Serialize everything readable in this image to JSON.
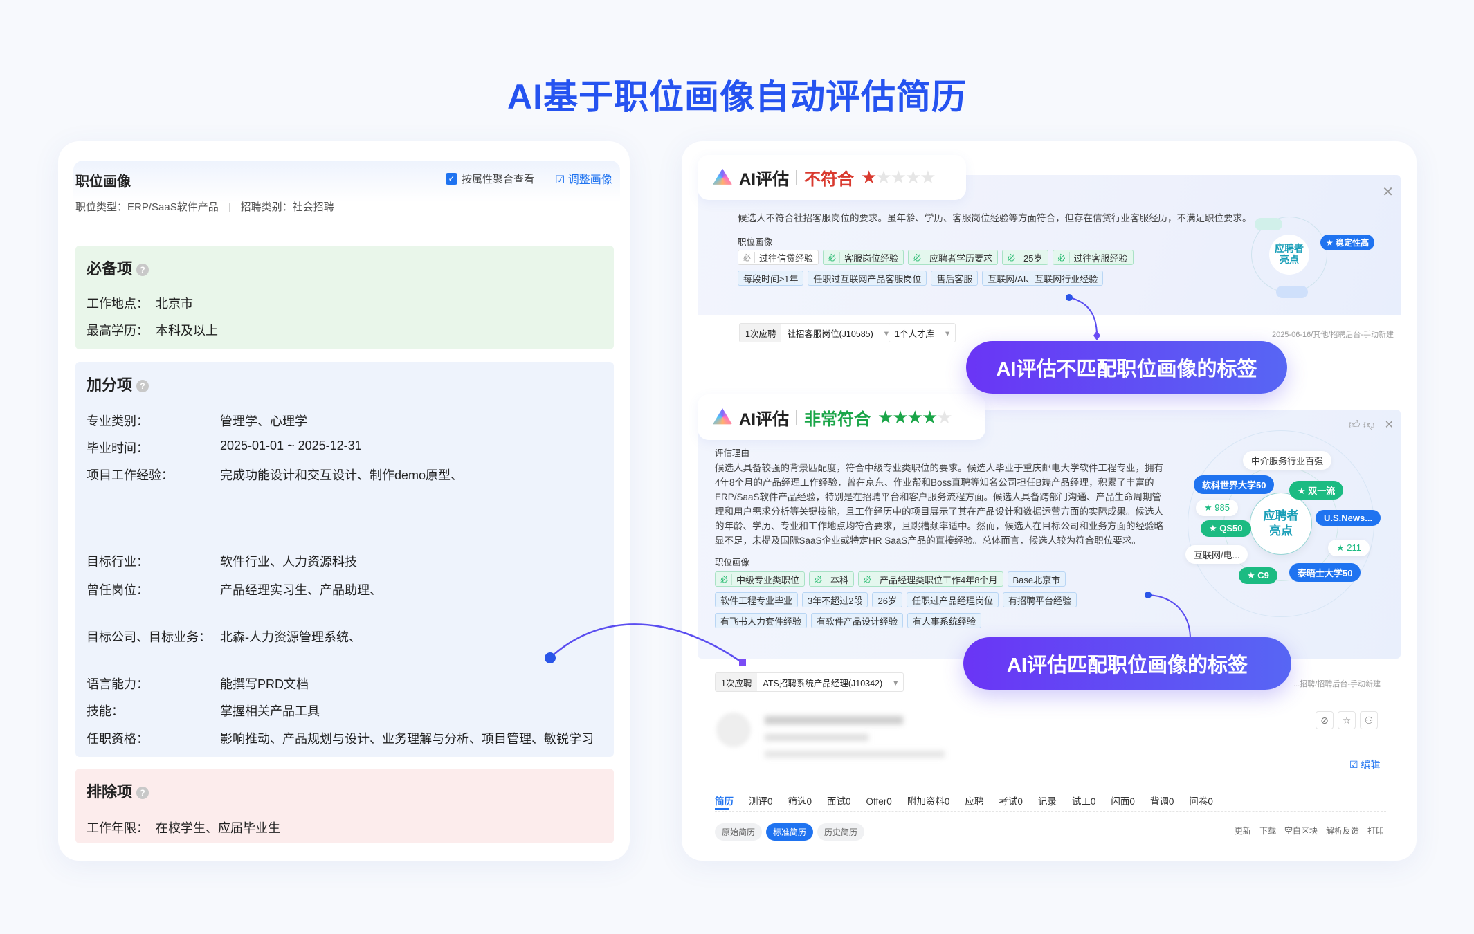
{
  "title": "AI基于职位画像自动评估简历",
  "left": {
    "header": "职位画像",
    "group_checkbox": "按属性聚合查看",
    "adjust_link": "调整画像",
    "meta": [
      "职位类型：ERP/SaaS软件产品",
      "招聘类别：社会招聘"
    ],
    "required": {
      "title": "必备项",
      "rows": [
        [
          "工作地点：",
          "北京市"
        ],
        [
          "最高学历：",
          "本科及以上"
        ]
      ]
    },
    "bonus": {
      "title": "加分项",
      "rows": [
        [
          "专业类别：",
          "管理学、心理学"
        ],
        [
          "毕业时间：",
          "2025-01-01 ~ 2025-12-31"
        ],
        [
          "项目工作经验：",
          "完成功能设计和交互设计、制作demo原型、"
        ],
        [
          "目标行业：",
          "软件行业、人力资源科技"
        ],
        [
          "曾任岗位：",
          "产品经理实习生、产品助理、"
        ],
        [
          "目标公司、目标业务：",
          "北森-人力资源管理系统、"
        ],
        [
          "语言能力：",
          "能撰写PRD文档"
        ],
        [
          "技能：",
          "掌握相关产品工具"
        ],
        [
          "任职资格：",
          "影响推动、产品规划与设计、业务理解与分析、项目管理、敏锐学习"
        ]
      ]
    },
    "exclude": {
      "title": "排除项",
      "rows": [
        [
          "工作年限：",
          "在校学生、应届毕业生"
        ]
      ]
    }
  },
  "eval1": {
    "ai_label": "AI评估",
    "verdict": "不符合",
    "stars": 1,
    "max_stars": 5,
    "verdict_color": "#d93a2f",
    "reason": "候选人不符合社招客服岗位的要求。虽年龄、学历、客服岗位经验等方面符合，但存在信贷行业客服经历，不满足职位要求。",
    "profile_label": "职位画像",
    "tags": [
      {
        "t": "过往信贷经验",
        "k": "w",
        "m": "必"
      },
      {
        "t": "客服岗位经验",
        "k": "g",
        "m": "必"
      },
      {
        "t": "应聘者学历要求",
        "k": "g",
        "m": "必"
      },
      {
        "t": "25岁",
        "k": "g",
        "m": "必"
      },
      {
        "t": "过往客服经验",
        "k": "g",
        "m": "必"
      },
      {
        "t": "每段时间≥1年",
        "k": "b"
      },
      {
        "t": "任职过互联网产品客服岗位",
        "k": "b"
      },
      {
        "t": "售后客服",
        "k": "b"
      },
      {
        "t": "互联网/AI、互联网行业经验",
        "k": "b"
      }
    ],
    "highlight_center": "应聘者\n亮点",
    "highlights": [
      "稳定性高"
    ],
    "apply_count": "1次应聘",
    "job": "社招客服岗位(J10585)",
    "pool": "1个人才库",
    "source": "2025-06-16/其他/招聘后台-手动新建"
  },
  "callout1": "AI评估不匹配职位画像的标签",
  "eval2": {
    "ai_label": "AI评估",
    "verdict": "非常符合",
    "stars": 4,
    "max_stars": 5,
    "verdict_color": "#1aa548",
    "reason_label": "评估理由",
    "reason": "候选人具备较强的背景匹配度，符合中级专业类职位的要求。候选人毕业于重庆邮电大学软件工程专业，拥有4年8个月的产品经理工作经验，曾在京东、作业帮和Boss直聘等知名公司担任B端产品经理，积累了丰富的ERP/SaaS软件产品经验，特别是在招聘平台和客户服务流程方面。候选人具备跨部门沟通、产品生命周期管理和用户需求分析等关键技能，且工作经历中的项目展示了其在产品设计和数据运营方面的实际成果。候选人的年龄、学历、专业和工作地点均符合要求，且跳槽频率适中。然而，候选人在目标公司和业务方面的经验略显不足，未提及国际SaaS企业或特定HR SaaS产品的直接经验。总体而言，候选人较为符合职位要求。",
    "profile_label": "职位画像",
    "tags": [
      {
        "t": "中级专业类职位",
        "k": "g",
        "m": "必"
      },
      {
        "t": "本科",
        "k": "g",
        "m": "必"
      },
      {
        "t": "产品经理类职位工作4年8个月",
        "k": "g",
        "m": "必"
      },
      {
        "t": "Base北京市",
        "k": "b"
      },
      {
        "t": "软件工程专业毕业",
        "k": "b"
      },
      {
        "t": "3年不超过2段",
        "k": "b"
      },
      {
        "t": "26岁",
        "k": "b"
      },
      {
        "t": "任职过产品经理岗位",
        "k": "b"
      },
      {
        "t": "有招聘平台经验",
        "k": "b"
      },
      {
        "t": "有飞书人力套件经验",
        "k": "b"
      },
      {
        "t": "有软件产品设计经验",
        "k": "b"
      },
      {
        "t": "有人事系统经验",
        "k": "b"
      }
    ],
    "highlight_center": "应聘者\n亮点",
    "highlights": [
      "中介服务行业百强",
      "软科世界大学50",
      "★ 双一流",
      "★ 985",
      "U.S.News...",
      "★ QS50",
      "★ 211",
      "互联网/电...",
      "★ C9",
      "泰晤士大学50"
    ],
    "apply_count": "1次应聘",
    "job": "ATS招聘系统产品经理(J10342)",
    "source": "...招聘/招聘后台-手动新建",
    "edit": "编辑",
    "tabs": [
      "简历",
      "测评0",
      "筛选0",
      "面试0",
      "Offer0",
      "附加资料0",
      "应聘",
      "考试0",
      "记录",
      "试工0",
      "闪面0",
      "背调0",
      "问卷0"
    ],
    "resume_tabs": [
      "原始简历",
      "标准简历",
      "历史简历"
    ],
    "actions": [
      "更新",
      "下载",
      "空白区块",
      "解析反馈",
      "打印"
    ]
  },
  "callout2": "AI评估匹配职位画像的标签"
}
